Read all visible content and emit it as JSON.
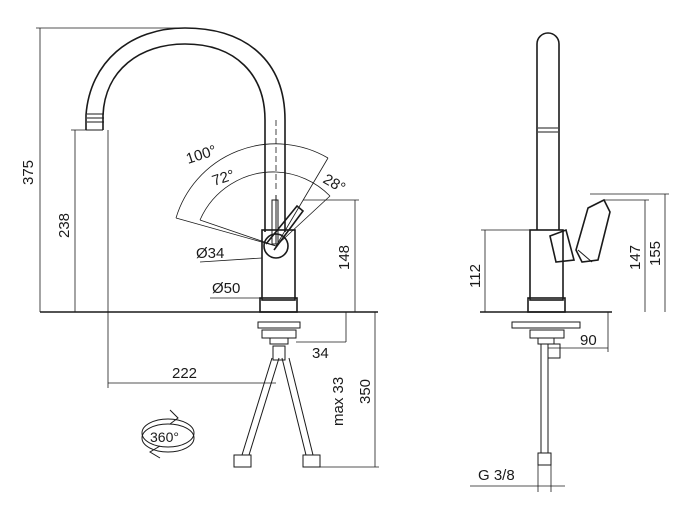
{
  "front_view": {
    "height_total": "375",
    "height_spout": "238",
    "reach": "222",
    "angle_outer": "100°",
    "angle_inner": "72°",
    "angle_lever": "28°",
    "dia_lever": "Ø34",
    "dia_body": "Ø50",
    "height_lever": "148",
    "hole_dia": "34",
    "max_thickness": "max 33",
    "hose_length": "350",
    "rotation": "360°"
  },
  "side_view": {
    "height_body": "112",
    "height_lever_side": "147",
    "height_lever_top": "155",
    "lever_offset": "90",
    "connection": "G 3/8"
  }
}
